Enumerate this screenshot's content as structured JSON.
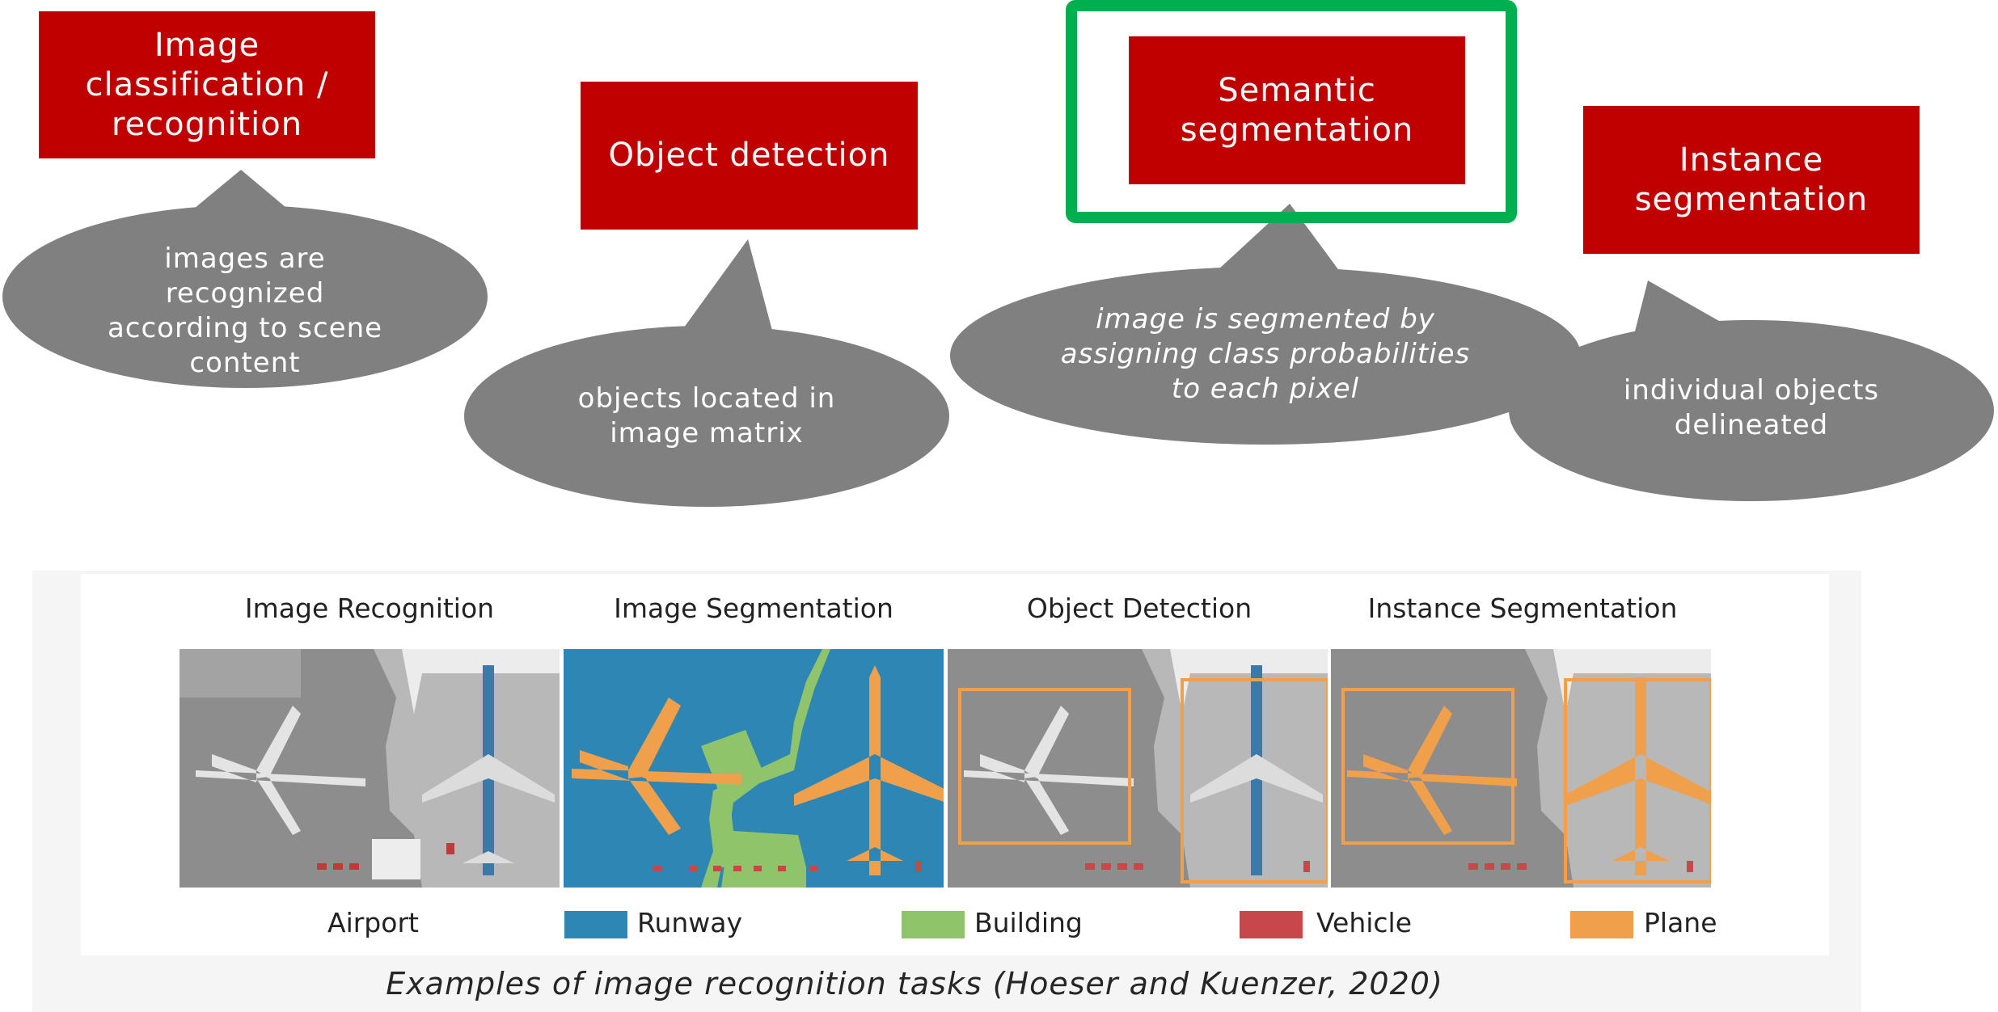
{
  "tasks": [
    {
      "label": "Image classification / recognition",
      "description": "images are recognized according to scene content"
    },
    {
      "label": "Object detection",
      "description": "objects located in image matrix"
    },
    {
      "label": "Semantic segmentation",
      "description": "image is segmented by assigning class probabilities to each pixel"
    },
    {
      "label": "Instance segmentation",
      "description": "individual objects delineated"
    }
  ],
  "figure": {
    "panels": [
      "Image Recognition",
      "Image Segmentation",
      "Object Detection",
      "Instance Segmentation"
    ],
    "legend": [
      {
        "label": "Airport",
        "color": ""
      },
      {
        "label": "Runway",
        "color": "#2e86b5"
      },
      {
        "label": "Building",
        "color": "#8fc46a"
      },
      {
        "label": "Vehicle",
        "color": "#c8474b"
      },
      {
        "label": "Plane",
        "color": "#f0a04b"
      }
    ],
    "caption": "Examples of image recognition tasks (Hoeser and Kuenzer, 2020)"
  },
  "colors": {
    "task_box": "#c00000",
    "bubble": "#808080",
    "highlight": "#00b050"
  }
}
